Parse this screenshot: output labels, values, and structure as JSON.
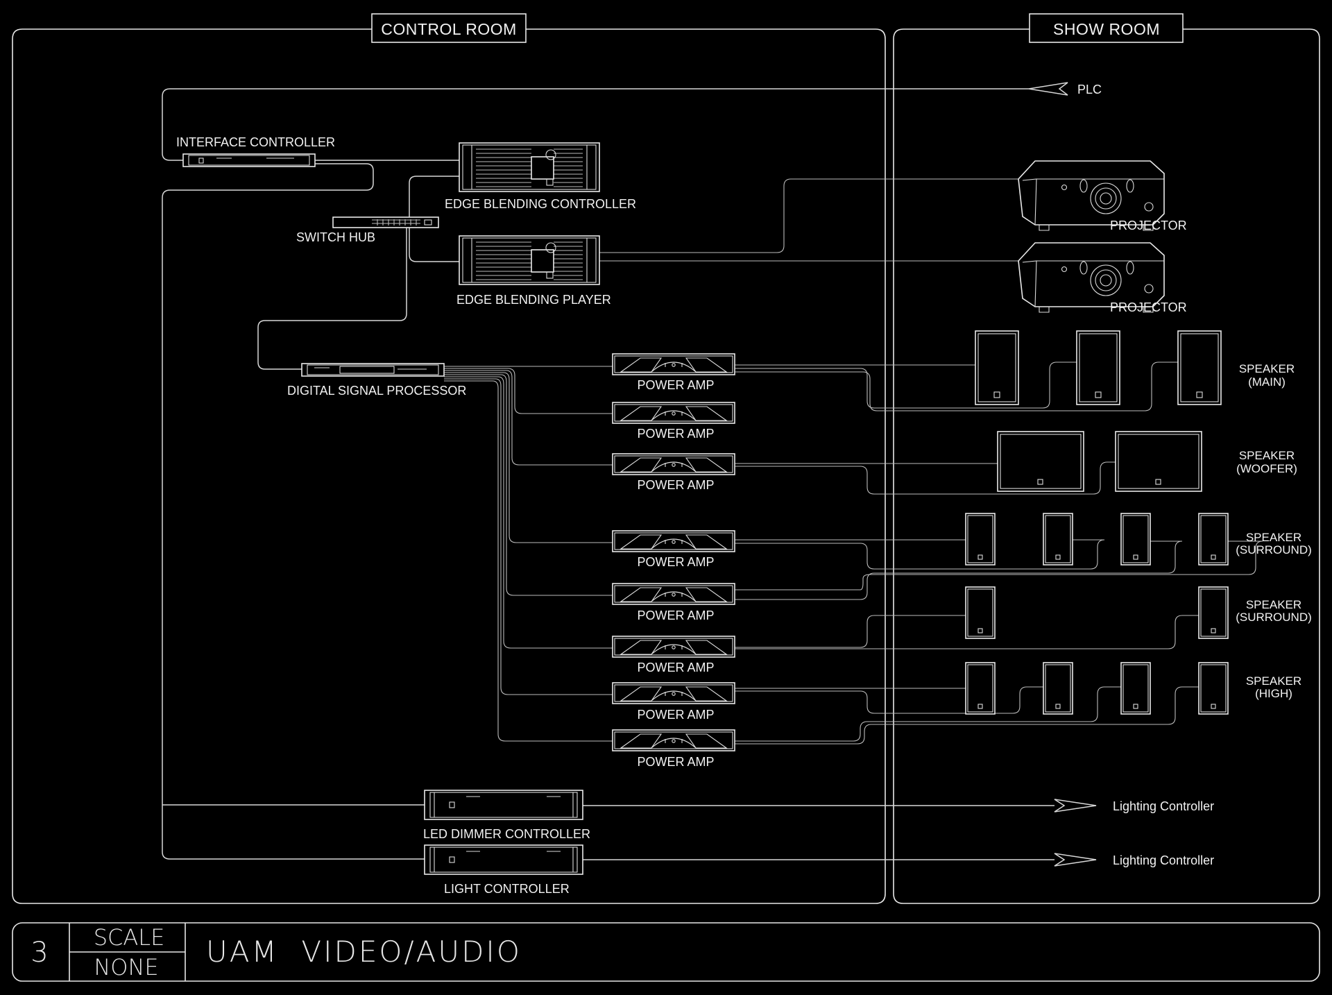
{
  "rooms": {
    "control": "CONTROL ROOM",
    "show": "SHOW ROOM"
  },
  "labels": {
    "plc": "PLC",
    "interface_controller": "INTERFACE CONTROLLER",
    "switch_hub": "SWITCH HUB",
    "edge_blending_controller": "EDGE BLENDING CONTROLLER",
    "edge_blending_player": "EDGE BLENDING PLAYER",
    "projector_1": "PROJECTOR",
    "projector_2": "PROJECTOR",
    "dsp": "DIGITAL SIGNAL PROCESSOR",
    "led_dimmer": "LED DIMMER CONTROLLER",
    "light_controller": "LIGHT CONTROLLER",
    "lighting_out_1": "Lighting Controller",
    "lighting_out_2": "Lighting Controller"
  },
  "power_amps": [
    "POWER AMP",
    "POWER AMP",
    "POWER AMP",
    "POWER AMP",
    "POWER AMP",
    "POWER AMP",
    "POWER AMP",
    "POWER AMP"
  ],
  "speaker_groups": [
    {
      "line1": "SPEAKER",
      "line2": "(MAIN)"
    },
    {
      "line1": "SPEAKER",
      "line2": "(WOOFER)"
    },
    {
      "line1": "SPEAKER",
      "line2": "(SURROUND)"
    },
    {
      "line1": "SPEAKER",
      "line2": "(SURROUND)"
    },
    {
      "line1": "SPEAKER",
      "line2": "(HIGH)"
    }
  ],
  "title_block": {
    "number": "3",
    "scale_label": "SCALE",
    "scale_value": "NONE",
    "title": "UAM  VIDEO/AUDIO"
  }
}
